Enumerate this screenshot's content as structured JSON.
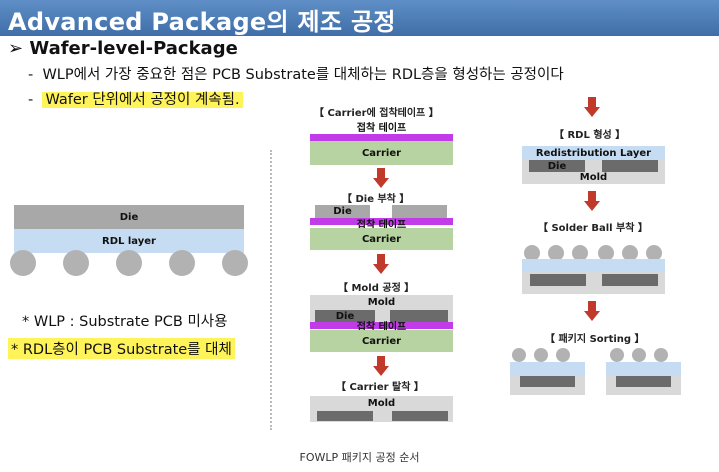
{
  "title": "Advanced Package의 제조 공정",
  "heading": "Wafer-level-Package",
  "bullets": [
    "WLP에서 가장 중요한 점은 PCB Substrate를 대체하는 RDL층을 형성하는 공정이다",
    "Wafer 단위에서 공정이 계속됨."
  ],
  "left_diagram": {
    "die": "Die",
    "rdl": "RDL layer"
  },
  "notes": [
    "* WLP : Substrate PCB 미사용",
    "* RDL층이 PCB Substrate를 대체"
  ],
  "steps": {
    "s1": {
      "caption": "【 Carrier에 접착테이프 】",
      "tape": "접착 테이프",
      "carrier": "Carrier"
    },
    "s2": {
      "caption": "【 Die 부착 】",
      "die": "Die",
      "tape": "접착 테이프",
      "carrier": "Carrier"
    },
    "s3": {
      "caption": "【 Mold 공정 】",
      "mold": "Mold",
      "die": "Die",
      "tape": "접착 테이프",
      "carrier": "Carrier"
    },
    "s4": {
      "caption": "【 Carrier 탈착 】",
      "mold": "Mold"
    },
    "s5": {
      "caption": "【 RDL 형성 】",
      "rdl": "Redistribution Layer",
      "die": "Die",
      "mold": "Mold"
    },
    "s6": {
      "caption": "【 Solder Ball 부착 】"
    },
    "s7": {
      "caption": "【 패키지 Sorting 】"
    }
  },
  "figure_caption": "FOWLP 패키지 공정 순서",
  "colors": {
    "title_bar": "#4a7bb5",
    "highlight": "#fff35a",
    "arrow": "#c0392b",
    "tape": "#c13ce8",
    "carrier": "#b7d3a1",
    "rdl": "#c6dcf2"
  }
}
